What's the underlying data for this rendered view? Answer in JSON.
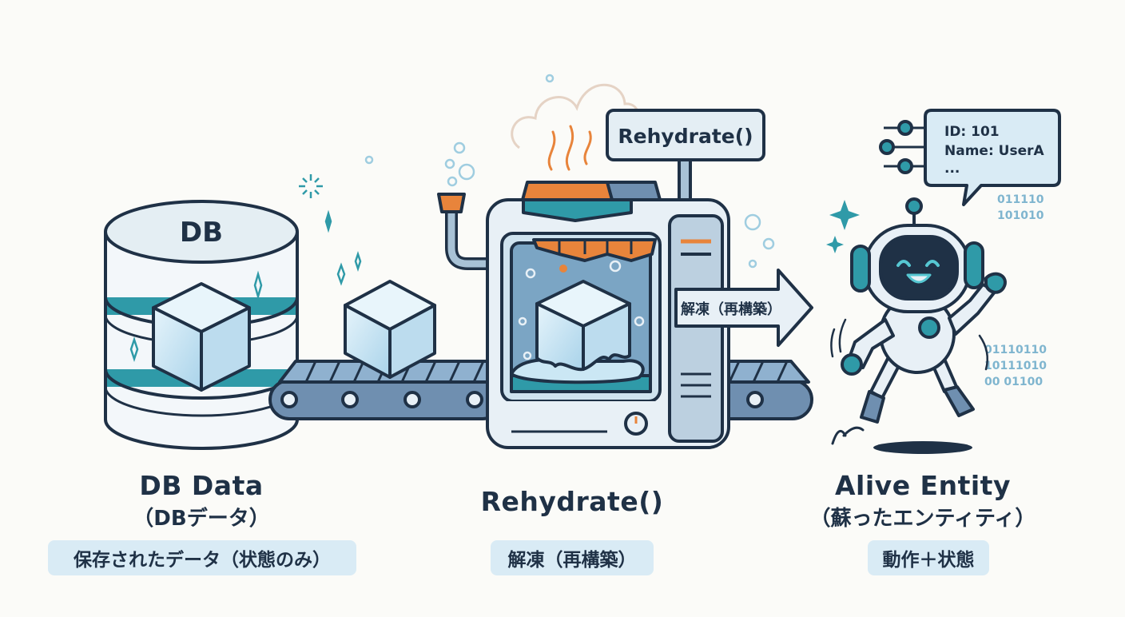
{
  "db": {
    "label": "DB",
    "title": "DB Data",
    "subtitle": "（DBデータ）",
    "description": "保存されたデータ（状態のみ）"
  },
  "machine": {
    "sign": "Rehydrate()",
    "arrow_label": "解凍（再構築）",
    "title": "Rehydrate()",
    "description": "解凍（再構築）"
  },
  "entity": {
    "title": "Alive Entity",
    "subtitle": "（蘇ったエンティティ）",
    "description": "動作＋状態",
    "bubble": {
      "line1": "ID: 101",
      "line2": "Name: UserA",
      "line3": "..."
    },
    "binary_top": [
      "011110",
      "101010"
    ],
    "binary_bottom": [
      "01110110",
      "10111010",
      "00 01100"
    ]
  },
  "colors": {
    "outline": "#1f3146",
    "teal": "#2f9aa8",
    "ice": "#cfe8f5",
    "orange": "#e8843b",
    "pill": "#d9ebf5"
  }
}
